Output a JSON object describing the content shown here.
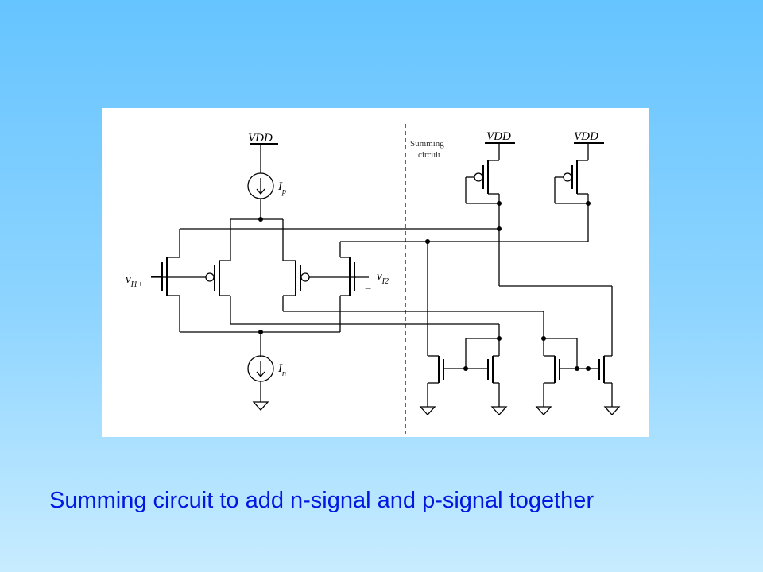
{
  "diagram": {
    "labels": {
      "vdd_main": "VDD",
      "vdd_sum1": "VDD",
      "vdd_sum2": "VDD",
      "ip_main": "I",
      "ip_sub": "p",
      "in_main": "I",
      "in_sub": "n",
      "vi1_main": "v",
      "vi1_sub": "I1+",
      "vi2_main": "v",
      "vi2_sub": "I2",
      "minus_sign": "−",
      "summing_line1": "Summing",
      "summing_line2": "circuit"
    }
  },
  "caption": "Summing circuit to add n-signal and p-signal together",
  "colors": {
    "background_top": "#66c4ff",
    "background_bottom": "#c8ecff",
    "caption": "#0018e0",
    "panel": "#ffffff"
  }
}
